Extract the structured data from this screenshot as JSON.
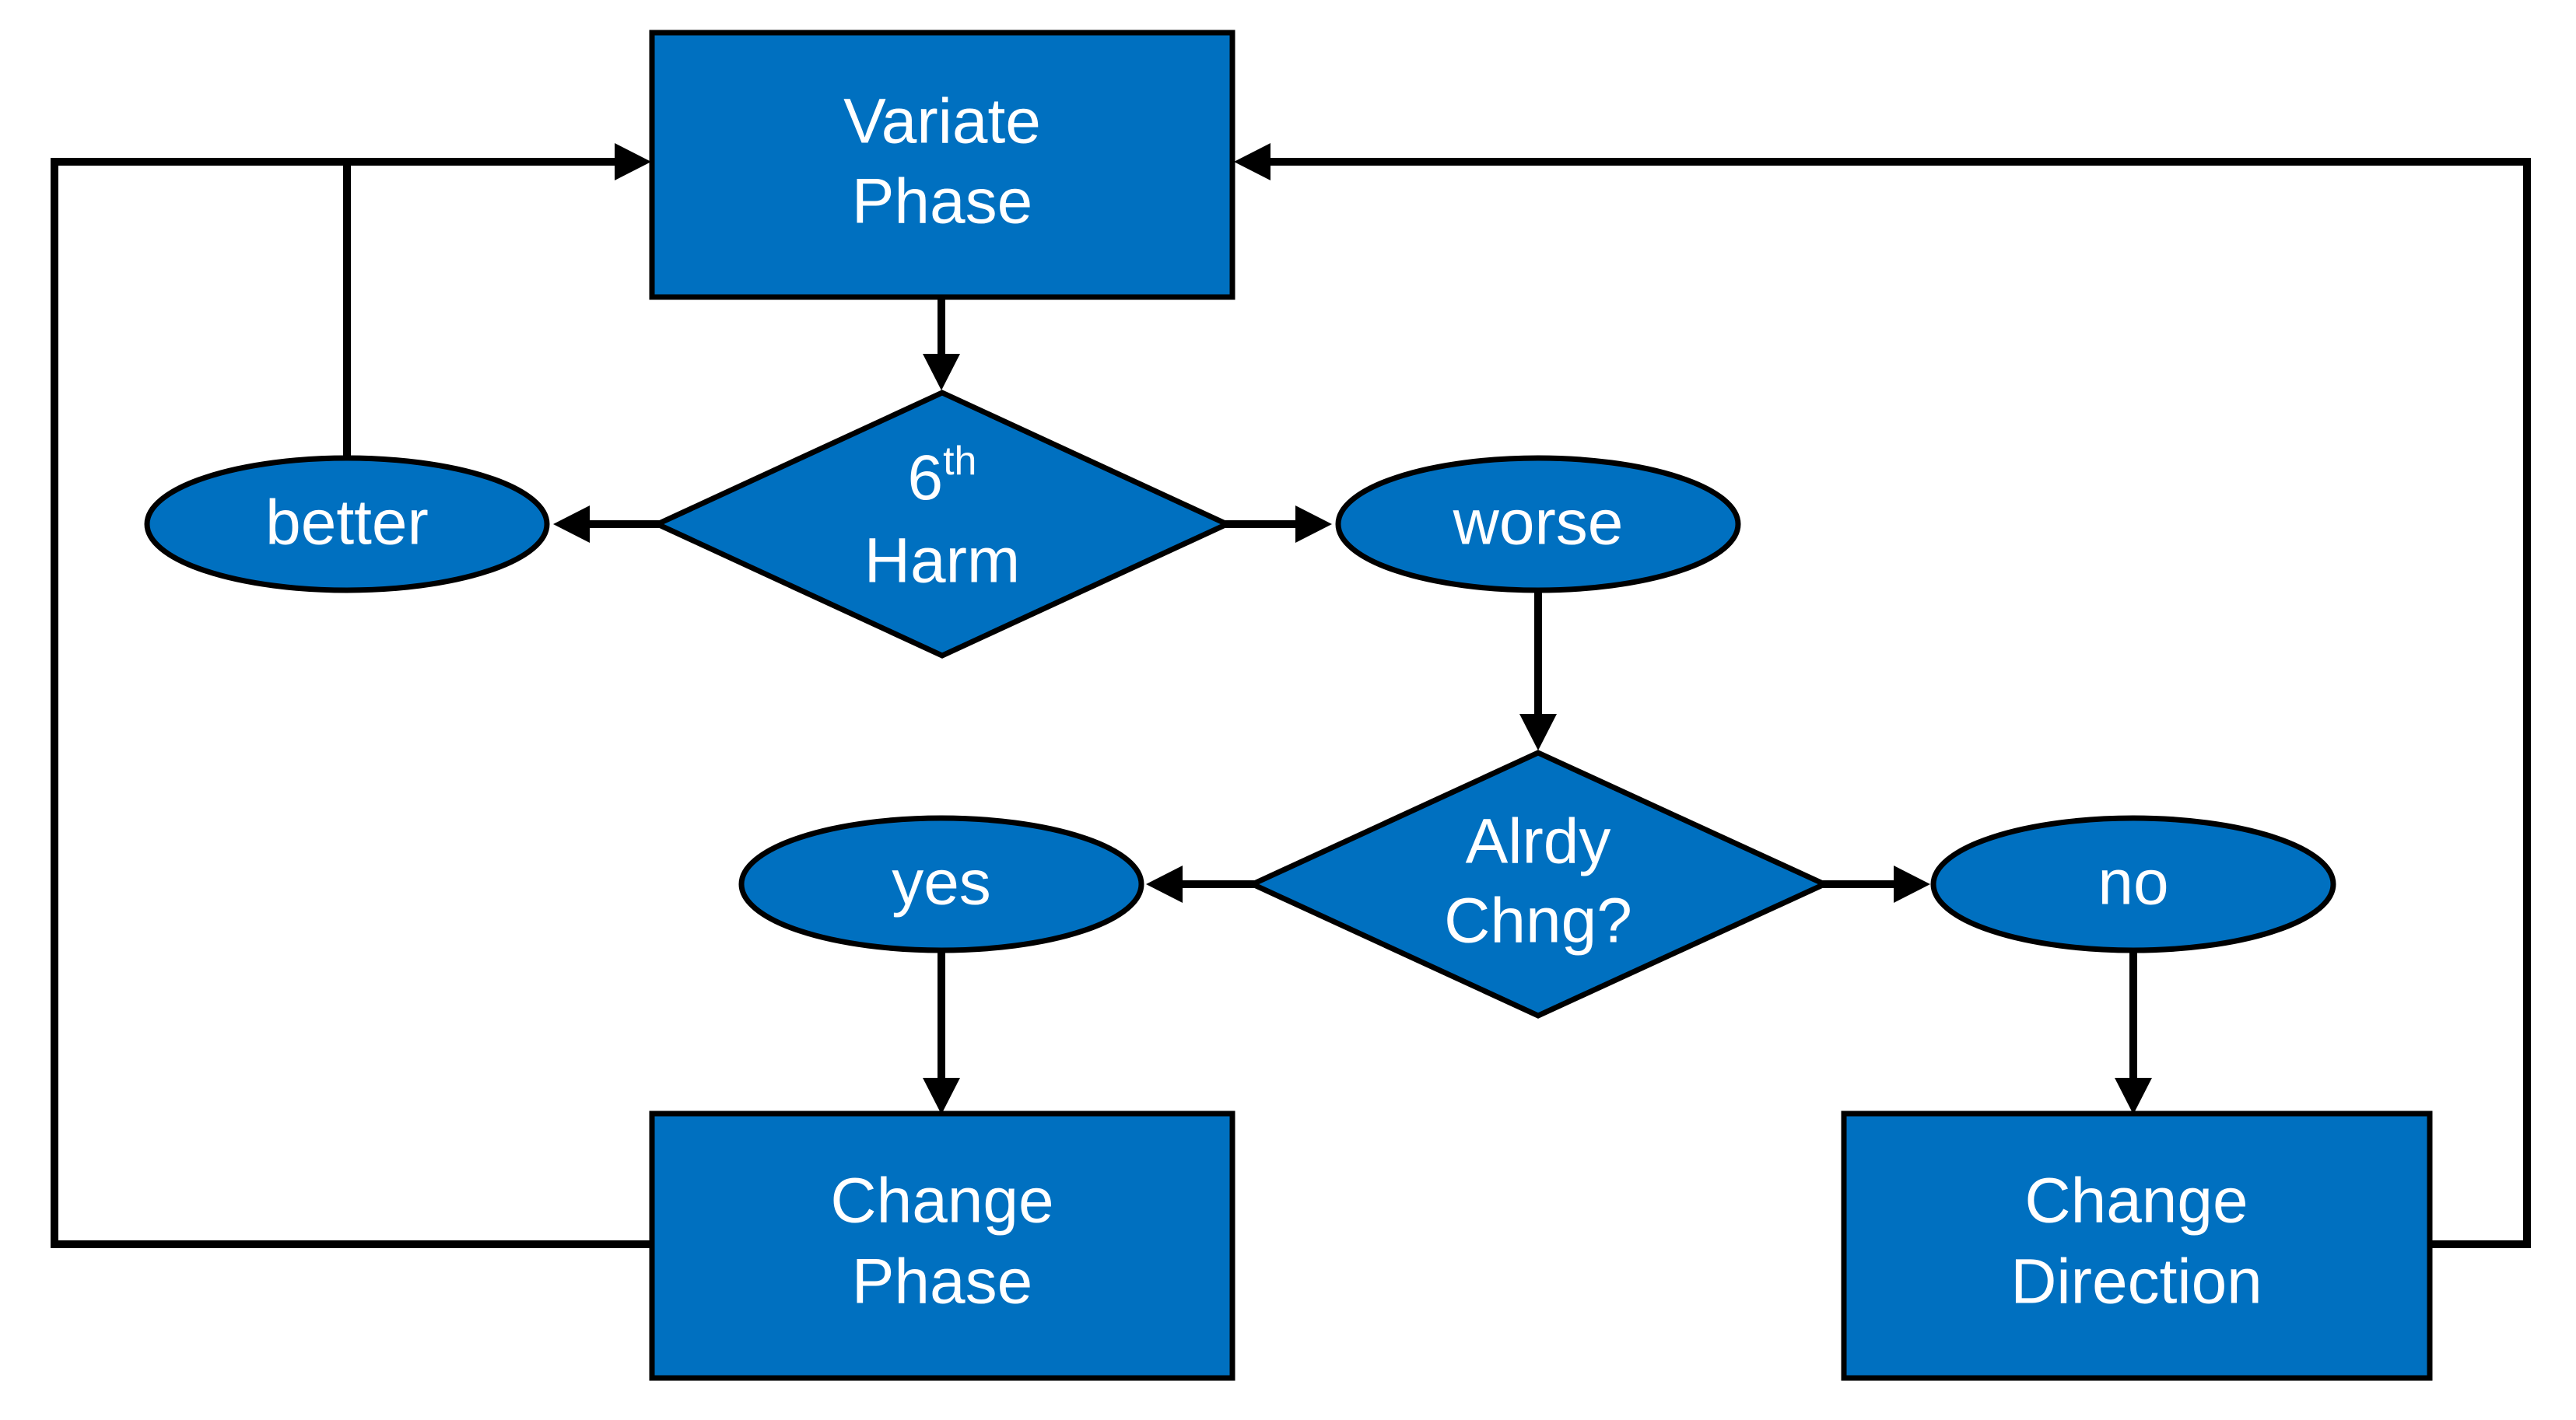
{
  "diagram": {
    "nodes": {
      "variate_phase": {
        "line1": "Variate",
        "line2": "Phase"
      },
      "sixth_harm": {
        "line1_base": "6",
        "line1_sup": "th",
        "line2": "Harm"
      },
      "better": {
        "label": "better"
      },
      "worse": {
        "label": "worse"
      },
      "already_changed": {
        "line1": "Alrdy",
        "line2": "Chng?"
      },
      "yes": {
        "label": "yes"
      },
      "no": {
        "label": "no"
      },
      "change_phase": {
        "line1": "Change",
        "line2": "Phase"
      },
      "change_direction": {
        "line1": "Change",
        "line2": "Direction"
      }
    },
    "edges": [
      {
        "from": "Variate Phase",
        "to": "6th Harm"
      },
      {
        "from": "6th Harm",
        "to": "better"
      },
      {
        "from": "6th Harm",
        "to": "worse"
      },
      {
        "from": "better",
        "to": "Variate Phase"
      },
      {
        "from": "worse",
        "to": "Alrdy Chng?"
      },
      {
        "from": "Alrdy Chng?",
        "to": "yes"
      },
      {
        "from": "Alrdy Chng?",
        "to": "no"
      },
      {
        "from": "yes",
        "to": "Change Phase"
      },
      {
        "from": "no",
        "to": "Change Direction"
      },
      {
        "from": "Change Phase",
        "to": "Variate Phase"
      },
      {
        "from": "Change Direction",
        "to": "Variate Phase"
      }
    ],
    "colors": {
      "node_fill": "#0070C0",
      "outline": "#000000",
      "text": "#FFFFFF"
    }
  }
}
